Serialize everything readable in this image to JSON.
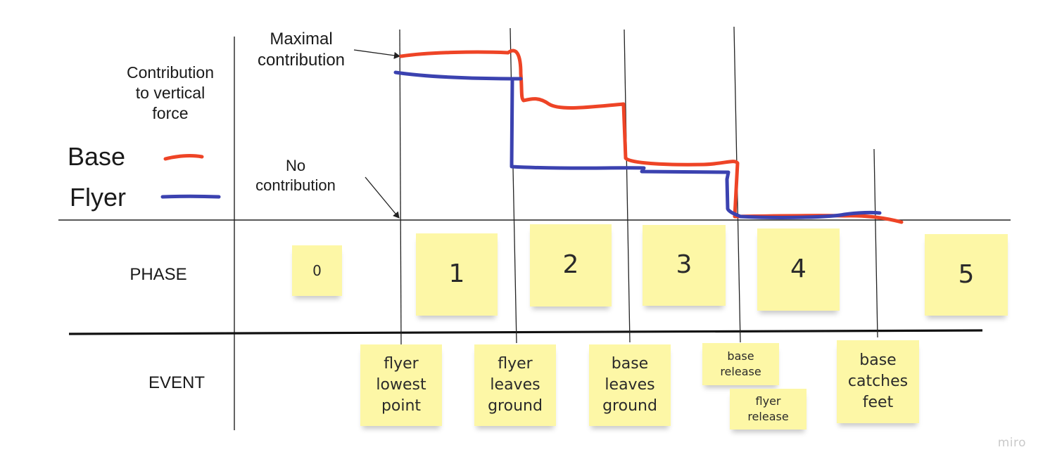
{
  "labels": {
    "y_axis": "Contribution\nto vertical\nforce",
    "maximal": "Maximal\ncontribution",
    "none": "No\ncontribution",
    "phase": "PHASE",
    "event": "EVENT"
  },
  "legend": {
    "base": {
      "label": "Base",
      "color": "#ee4426"
    },
    "flyer": {
      "label": "Flyer",
      "color": "#3b42b0"
    }
  },
  "phases": [
    "0",
    "1",
    "2",
    "3",
    "4",
    "5"
  ],
  "events": {
    "flyer_lowest": "flyer\nlowest\npoint",
    "flyer_leaves": "flyer\nleaves\nground",
    "base_leaves": "base\nleaves\nground",
    "base_release": "base\nrelease",
    "flyer_release": "flyer\nrelease",
    "base_catches": "base\ncatches\nfeet"
  },
  "brand": "miro"
}
